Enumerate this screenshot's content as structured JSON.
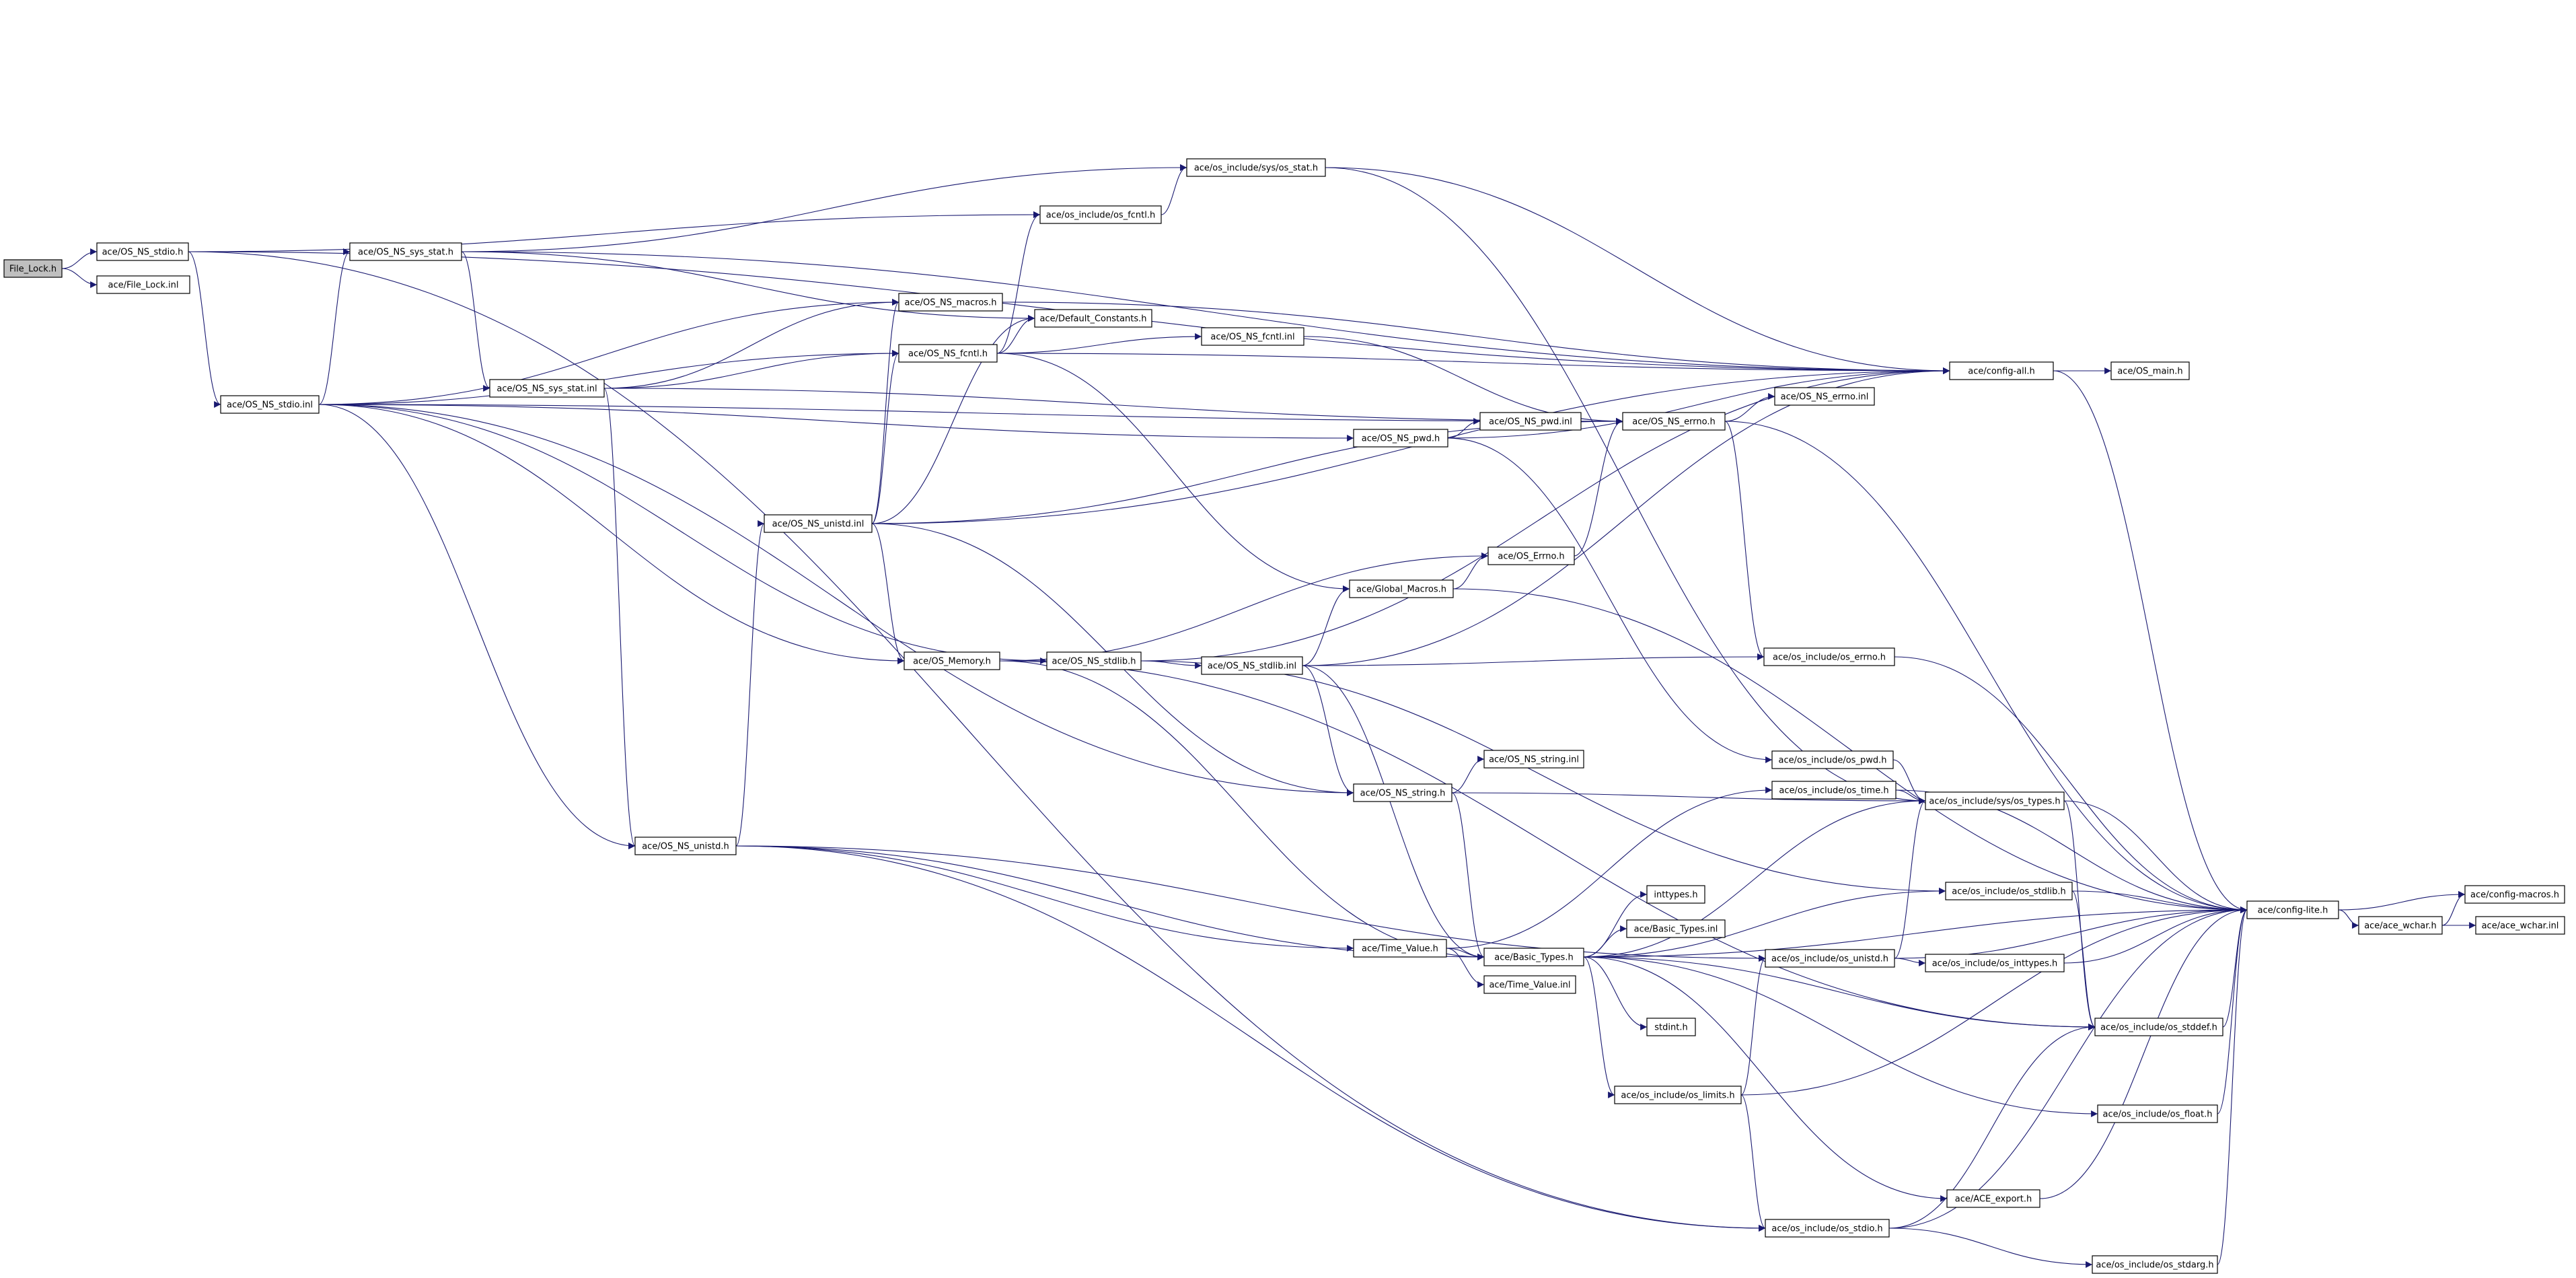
{
  "colors": {
    "edge": "#191970",
    "node_border_default": "#000000",
    "node_border_incomplete": "#ff0000",
    "node_fill_default": "#ffffff",
    "node_fill_root": "#bfbfbf",
    "node_border_plain": "#d3d3d3"
  },
  "nodes": [
    {
      "id": "file_lock_h",
      "label": "File_Lock.h",
      "style": "root"
    },
    {
      "id": "os_ns_stdio_h",
      "label": "ace/OS_NS_stdio.h",
      "style": "normal"
    },
    {
      "id": "file_lock_inl",
      "label": "ace/File_Lock.inl",
      "style": "normal"
    },
    {
      "id": "os_ns_stdio_inl",
      "label": "ace/OS_NS_stdio.inl",
      "style": "normal"
    },
    {
      "id": "os_ns_sys_stat_h",
      "label": "ace/OS_NS_sys_stat.h",
      "style": "normal"
    },
    {
      "id": "os_ns_sys_stat_inl",
      "label": "ace/OS_NS_sys_stat.inl",
      "style": "normal"
    },
    {
      "id": "sys_os_stat_h",
      "label": "ace/os_include/sys/os_stat.h",
      "style": "normal"
    },
    {
      "id": "os_fcntl_h",
      "label": "ace/os_include/os_fcntl.h",
      "style": "normal"
    },
    {
      "id": "os_ns_macros_h",
      "label": "ace/OS_NS_macros.h",
      "style": "normal"
    },
    {
      "id": "default_constants_h",
      "label": "ace/Default_Constants.h",
      "style": "normal"
    },
    {
      "id": "os_ns_fcntl_h",
      "label": "ace/OS_NS_fcntl.h",
      "style": "normal"
    },
    {
      "id": "os_ns_fcntl_inl",
      "label": "ace/OS_NS_fcntl.inl",
      "style": "normal"
    },
    {
      "id": "config_all_h",
      "label": "ace/config-all.h",
      "style": "normal"
    },
    {
      "id": "os_main_h",
      "label": "ace/OS_main.h",
      "style": "normal"
    },
    {
      "id": "os_ns_errno_inl",
      "label": "ace/OS_NS_errno.inl",
      "style": "normal"
    },
    {
      "id": "os_ns_pwd_h",
      "label": "ace/OS_NS_pwd.h",
      "style": "normal"
    },
    {
      "id": "os_ns_pwd_inl",
      "label": "ace/OS_NS_pwd.inl",
      "style": "normal"
    },
    {
      "id": "os_ns_errno_h",
      "label": "ace/OS_NS_errno.h",
      "style": "normal"
    },
    {
      "id": "os_ns_unistd_inl",
      "label": "ace/OS_NS_unistd.inl",
      "style": "incomplete"
    },
    {
      "id": "os_errno_h",
      "label": "ace/OS_Errno.h",
      "style": "incomplete"
    },
    {
      "id": "global_macros_h",
      "label": "ace/Global_Macros.h",
      "style": "incomplete"
    },
    {
      "id": "os_memory_h",
      "label": "ace/OS_Memory.h",
      "style": "normal"
    },
    {
      "id": "os_ns_stdlib_h",
      "label": "ace/OS_NS_stdlib.h",
      "style": "normal"
    },
    {
      "id": "os_ns_stdlib_inl",
      "label": "ace/OS_NS_stdlib.inl",
      "style": "incomplete"
    },
    {
      "id": "os_include_os_errno_h",
      "label": "ace/os_include/os_errno.h",
      "style": "normal"
    },
    {
      "id": "os_ns_string_inl",
      "label": "ace/OS_NS_string.inl",
      "style": "incomplete"
    },
    {
      "id": "os_include_os_pwd_h",
      "label": "ace/os_include/os_pwd.h",
      "style": "normal"
    },
    {
      "id": "os_ns_string_h",
      "label": "ace/OS_NS_string.h",
      "style": "normal"
    },
    {
      "id": "os_include_os_time_h",
      "label": "ace/os_include/os_time.h",
      "style": "normal"
    },
    {
      "id": "sys_os_types_h",
      "label": "ace/os_include/sys/os_types.h",
      "style": "normal"
    },
    {
      "id": "os_ns_unistd_h",
      "label": "ace/OS_NS_unistd.h",
      "style": "normal"
    },
    {
      "id": "inttypes_h",
      "label": "inttypes.h",
      "style": "plain"
    },
    {
      "id": "os_stdlib_h",
      "label": "ace/os_include/os_stdlib.h",
      "style": "incomplete"
    },
    {
      "id": "config_lite_h",
      "label": "ace/config-lite.h",
      "style": "normal"
    },
    {
      "id": "config_macros_h",
      "label": "ace/config-macros.h",
      "style": "normal"
    },
    {
      "id": "basic_types_inl",
      "label": "ace/Basic_Types.inl",
      "style": "normal"
    },
    {
      "id": "time_value_h",
      "label": "ace/Time_Value.h",
      "style": "normal"
    },
    {
      "id": "basic_types_h",
      "label": "ace/Basic_Types.h",
      "style": "normal"
    },
    {
      "id": "ace_wchar_h",
      "label": "ace/ace_wchar.h",
      "style": "normal"
    },
    {
      "id": "ace_wchar_inl",
      "label": "ace/ace_wchar.inl",
      "style": "normal"
    },
    {
      "id": "os_unistd_h",
      "label": "ace/os_include/os_unistd.h",
      "style": "normal"
    },
    {
      "id": "os_inttypes_h",
      "label": "ace/os_include/os_inttypes.h",
      "style": "incomplete"
    },
    {
      "id": "time_value_inl",
      "label": "ace/Time_Value.inl",
      "style": "incomplete"
    },
    {
      "id": "stdint_h",
      "label": "stdint.h",
      "style": "plain"
    },
    {
      "id": "os_stddef_h",
      "label": "ace/os_include/os_stddef.h",
      "style": "normal"
    },
    {
      "id": "os_limits_h",
      "label": "ace/os_include/os_limits.h",
      "style": "normal"
    },
    {
      "id": "os_float_h",
      "label": "ace/os_include/os_float.h",
      "style": "normal"
    },
    {
      "id": "ace_export_h",
      "label": "ace/ACE_export.h",
      "style": "normal"
    },
    {
      "id": "os_stdio_h",
      "label": "ace/os_include/os_stdio.h",
      "style": "normal"
    },
    {
      "id": "os_stdarg_h",
      "label": "ace/os_include/os_stdarg.h",
      "style": "normal"
    }
  ],
  "edges": [
    [
      "file_lock_h",
      "os_ns_stdio_h"
    ],
    [
      "file_lock_h",
      "file_lock_inl"
    ],
    [
      "os_ns_stdio_h",
      "os_ns_stdio_inl"
    ],
    [
      "os_ns_stdio_h",
      "config_all_h"
    ],
    [
      "os_ns_stdio_h",
      "os_stdio_h"
    ],
    [
      "os_ns_stdio_h",
      "os_fcntl_h"
    ],
    [
      "os_ns_stdio_inl",
      "os_ns_sys_stat_h"
    ],
    [
      "os_ns_stdio_inl",
      "os_ns_macros_h"
    ],
    [
      "os_ns_stdio_inl",
      "os_ns_fcntl_h"
    ],
    [
      "os_ns_stdio_inl",
      "os_ns_errno_h"
    ],
    [
      "os_ns_stdio_inl",
      "os_ns_pwd_h"
    ],
    [
      "os_ns_stdio_inl",
      "os_ns_stdlib_h"
    ],
    [
      "os_ns_stdio_inl",
      "os_memory_h"
    ],
    [
      "os_ns_stdio_inl",
      "os_ns_string_h"
    ],
    [
      "os_ns_stdio_inl",
      "os_ns_unistd_h"
    ],
    [
      "os_ns_sys_stat_h",
      "sys_os_stat_h"
    ],
    [
      "os_ns_sys_stat_h",
      "os_ns_sys_stat_inl"
    ],
    [
      "os_ns_sys_stat_h",
      "default_constants_h"
    ],
    [
      "os_ns_sys_stat_h",
      "config_all_h"
    ],
    [
      "os_ns_sys_stat_inl",
      "os_ns_fcntl_h"
    ],
    [
      "os_ns_sys_stat_inl",
      "os_ns_macros_h"
    ],
    [
      "os_ns_sys_stat_inl",
      "os_ns_errno_h"
    ],
    [
      "os_ns_sys_stat_inl",
      "os_ns_unistd_h"
    ],
    [
      "sys_os_stat_h",
      "config_all_h"
    ],
    [
      "sys_os_stat_h",
      "sys_os_types_h"
    ],
    [
      "os_fcntl_h",
      "sys_os_stat_h"
    ],
    [
      "os_ns_macros_h",
      "config_all_h"
    ],
    [
      "os_ns_fcntl_h",
      "os_fcntl_h"
    ],
    [
      "os_ns_fcntl_h",
      "default_constants_h"
    ],
    [
      "os_ns_fcntl_h",
      "os_ns_fcntl_inl"
    ],
    [
      "os_ns_fcntl_h",
      "global_macros_h"
    ],
    [
      "os_ns_fcntl_h",
      "config_all_h"
    ],
    [
      "os_ns_fcntl_inl",
      "os_ns_errno_h"
    ],
    [
      "config_all_h",
      "os_main_h"
    ],
    [
      "config_all_h",
      "config_lite_h"
    ],
    [
      "os_ns_errno_h",
      "os_ns_errno_inl"
    ],
    [
      "os_ns_errno_h",
      "os_include_os_errno_h"
    ],
    [
      "os_ns_errno_h",
      "config_lite_h"
    ],
    [
      "os_ns_pwd_h",
      "os_ns_pwd_inl"
    ],
    [
      "os_ns_pwd_h",
      "config_all_h"
    ],
    [
      "os_ns_pwd_h",
      "os_include_os_pwd_h"
    ],
    [
      "os_ns_pwd_inl",
      "os_ns_errno_h"
    ],
    [
      "os_ns_unistd_inl",
      "os_ns_macros_h"
    ],
    [
      "os_ns_unistd_inl",
      "os_ns_fcntl_h"
    ],
    [
      "os_ns_unistd_inl",
      "default_constants_h"
    ],
    [
      "os_ns_unistd_inl",
      "os_ns_errno_h"
    ],
    [
      "os_ns_unistd_inl",
      "os_memory_h"
    ],
    [
      "os_ns_unistd_inl",
      "os_ns_string_h"
    ],
    [
      "os_ns_unistd_inl",
      "config_all_h"
    ],
    [
      "os_errno_h",
      "os_ns_errno_h"
    ],
    [
      "global_macros_h",
      "os_errno_h"
    ],
    [
      "global_macros_h",
      "config_lite_h"
    ],
    [
      "os_memory_h",
      "os_errno_h"
    ],
    [
      "os_memory_h",
      "basic_types_h"
    ],
    [
      "os_memory_h",
      "os_stddef_h"
    ],
    [
      "os_ns_stdlib_h",
      "os_ns_stdlib_inl"
    ],
    [
      "os_ns_stdlib_h",
      "os_stdlib_h"
    ],
    [
      "os_ns_stdlib_h",
      "config_all_h"
    ],
    [
      "os_ns_stdlib_inl",
      "global_macros_h"
    ],
    [
      "os_ns_stdlib_inl",
      "os_include_os_errno_h"
    ],
    [
      "os_ns_stdlib_inl",
      "os_ns_string_h"
    ],
    [
      "os_ns_stdlib_inl",
      "basic_types_h"
    ],
    [
      "os_ns_stdlib_inl",
      "config_all_h"
    ],
    [
      "os_include_os_errno_h",
      "config_lite_h"
    ],
    [
      "os_ns_string_h",
      "os_ns_string_inl"
    ],
    [
      "os_ns_string_h",
      "basic_types_h"
    ],
    [
      "os_ns_string_h",
      "sys_os_types_h"
    ],
    [
      "os_include_os_pwd_h",
      "sys_os_types_h"
    ],
    [
      "os_include_os_time_h",
      "sys_os_types_h"
    ],
    [
      "os_include_os_time_h",
      "config_lite_h"
    ],
    [
      "sys_os_types_h",
      "os_stddef_h"
    ],
    [
      "sys_os_types_h",
      "config_lite_h"
    ],
    [
      "os_ns_unistd_h",
      "os_ns_unistd_inl"
    ],
    [
      "os_ns_unistd_h",
      "time_value_h"
    ],
    [
      "os_ns_unistd_h",
      "basic_types_h"
    ],
    [
      "os_ns_unistd_h",
      "os_unistd_h"
    ],
    [
      "os_ns_unistd_h",
      "os_stdio_h"
    ],
    [
      "os_stdlib_h",
      "config_lite_h"
    ],
    [
      "os_stdlib_h",
      "os_stddef_h"
    ],
    [
      "config_lite_h",
      "config_macros_h"
    ],
    [
      "config_lite_h",
      "ace_wchar_h"
    ],
    [
      "ace_wchar_h",
      "config_macros_h"
    ],
    [
      "ace_wchar_h",
      "ace_wchar_inl"
    ],
    [
      "time_value_h",
      "basic_types_h"
    ],
    [
      "time_value_h",
      "time_value_inl"
    ],
    [
      "time_value_h",
      "os_include_os_time_h"
    ],
    [
      "basic_types_h",
      "inttypes_h"
    ],
    [
      "basic_types_h",
      "basic_types_inl"
    ],
    [
      "basic_types_h",
      "stdint_h"
    ],
    [
      "basic_types_h",
      "os_stdlib_h"
    ],
    [
      "basic_types_h",
      "config_lite_h"
    ],
    [
      "basic_types_h",
      "os_stddef_h"
    ],
    [
      "basic_types_h",
      "os_limits_h"
    ],
    [
      "basic_types_h",
      "os_float_h"
    ],
    [
      "basic_types_h",
      "ace_export_h"
    ],
    [
      "basic_types_h",
      "sys_os_types_h"
    ],
    [
      "os_unistd_h",
      "os_inttypes_h"
    ],
    [
      "os_unistd_h",
      "config_lite_h"
    ],
    [
      "os_unistd_h",
      "sys_os_types_h"
    ],
    [
      "os_inttypes_h",
      "config_lite_h"
    ],
    [
      "os_stddef_h",
      "config_lite_h"
    ],
    [
      "os_limits_h",
      "os_unistd_h"
    ],
    [
      "os_limits_h",
      "config_lite_h"
    ],
    [
      "os_limits_h",
      "os_stdio_h"
    ],
    [
      "os_float_h",
      "config_lite_h"
    ],
    [
      "ace_export_h",
      "config_lite_h"
    ],
    [
      "os_stdio_h",
      "os_stddef_h"
    ],
    [
      "os_stdio_h",
      "config_lite_h"
    ],
    [
      "os_stdio_h",
      "os_stdarg_h"
    ],
    [
      "os_stdarg_h",
      "config_lite_h"
    ]
  ]
}
